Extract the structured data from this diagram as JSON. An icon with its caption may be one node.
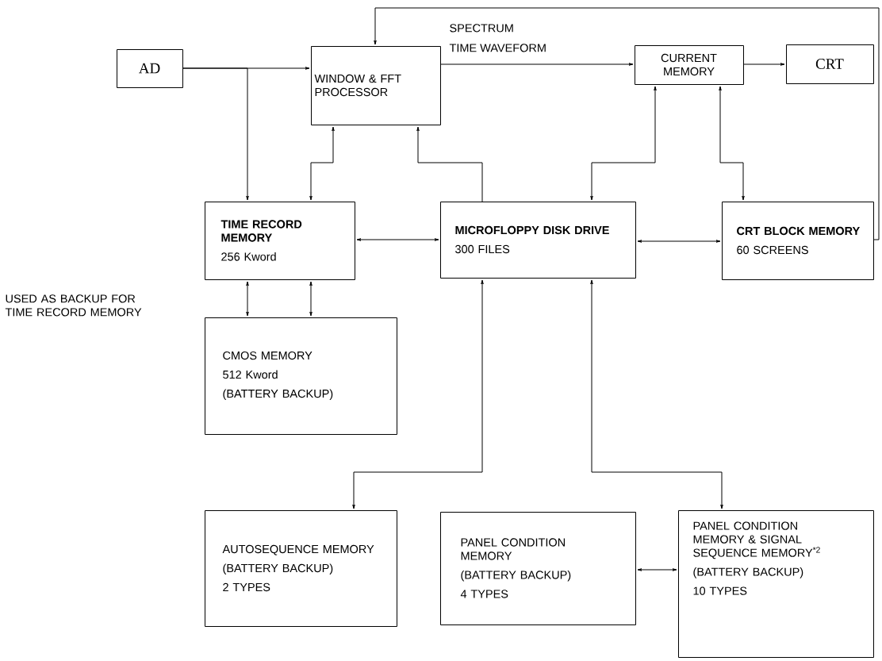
{
  "diagram": {
    "nodes": [
      {
        "text": [
          "AD"
        ]
      },
      {
        "text": [
          "WINDOW & FFT PROCESSOR"
        ]
      },
      {
        "text": [
          "CURRENT MEMORY"
        ]
      },
      {
        "text": [
          "CRT"
        ]
      },
      {
        "text": [
          "TIME RECORD MEMORY",
          "256 Kword"
        ]
      },
      {
        "text": [
          "MICROFLOPPY DISK DRIVE",
          "300 FILES"
        ]
      },
      {
        "text": [
          "CRT BLOCK MEMORY",
          "60 SCREENS"
        ]
      },
      {
        "text": [
          "CMOS MEMORY",
          "512 Kword",
          "(BATTERY BACKUP)"
        ]
      },
      {
        "text": [
          "AUTOSEQUENCE MEMORY",
          "(BATTERY BACKUP)",
          "2 TYPES"
        ]
      },
      {
        "text": [
          "PANEL CONDITION MEMORY",
          "(BATTERY BACKUP)",
          "4 TYPES"
        ]
      },
      {
        "text": [
          "PANEL CONDITION MEMORY & SIGNAL SEQUENCE MEMORY$^{*2}$",
          "(BATTERY BACKUP)",
          "10 TYPES"
        ]
      }
    ],
    "edges": [
      {
        "from": 0,
        "to": 1,
        "arrow": "to"
      },
      {
        "from": 0,
        "to": 4,
        "arrow": "to"
      },
      {
        "from": 1,
        "to": 2,
        "arrow": "to",
        "label": "TIME WAVEFORM"
      },
      {
        "from": 2,
        "to": 3,
        "arrow": "to"
      },
      {
        "from": 1,
        "to": 4,
        "arrow": "both"
      },
      {
        "from": 5,
        "to": 1,
        "arrow": "to"
      },
      {
        "from": 4,
        "to": 5,
        "arrow": "both"
      },
      {
        "from": 2,
        "to": 5,
        "arrow": "both"
      },
      {
        "from": 2,
        "to": 6,
        "arrow": "both"
      },
      {
        "from": 5,
        "to": 6,
        "arrow": "both"
      },
      {
        "from": 6,
        "to": 1,
        "arrow": "to"
      },
      {
        "from": 4,
        "to": 7,
        "arrow": "both"
      },
      {
        "from": 4,
        "to": 7,
        "arrow": "both"
      },
      {
        "from": 5,
        "to": 8,
        "arrow": "both"
      },
      {
        "from": 5,
        "to": 10,
        "arrow": "both"
      },
      {
        "from": 9,
        "to": 10,
        "arrow": "both"
      }
    ],
    "labels": [
      "SPECTRUM",
      "USED AS BACKUP FOR TIME RECORD MEMORY"
    ]
  }
}
